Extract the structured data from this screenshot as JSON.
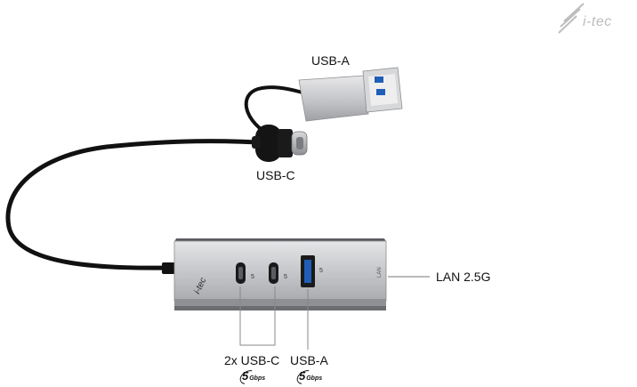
{
  "brand": {
    "name": "i-tec",
    "accent_color": "#bdbdbd"
  },
  "labels": {
    "usb_a_plug": "USB-A",
    "usb_c_plug": "USB-C",
    "lan": "LAN 2.5G",
    "usb_c_ports": "2x USB-C",
    "usb_a_port": "USB-A",
    "hub_lan_text": "LAN",
    "hub_port_mark": "5"
  },
  "speed_badges": [
    {
      "value": "5",
      "unit": "Gbps"
    },
    {
      "value": "5",
      "unit": "Gbps"
    }
  ],
  "colors": {
    "hub_body": "#b9bbbe",
    "hub_top": "#5a5c60",
    "cable": "#111111",
    "plug_metal": "#c9cacc",
    "usb_a_tongue": "#1f5fb8"
  }
}
